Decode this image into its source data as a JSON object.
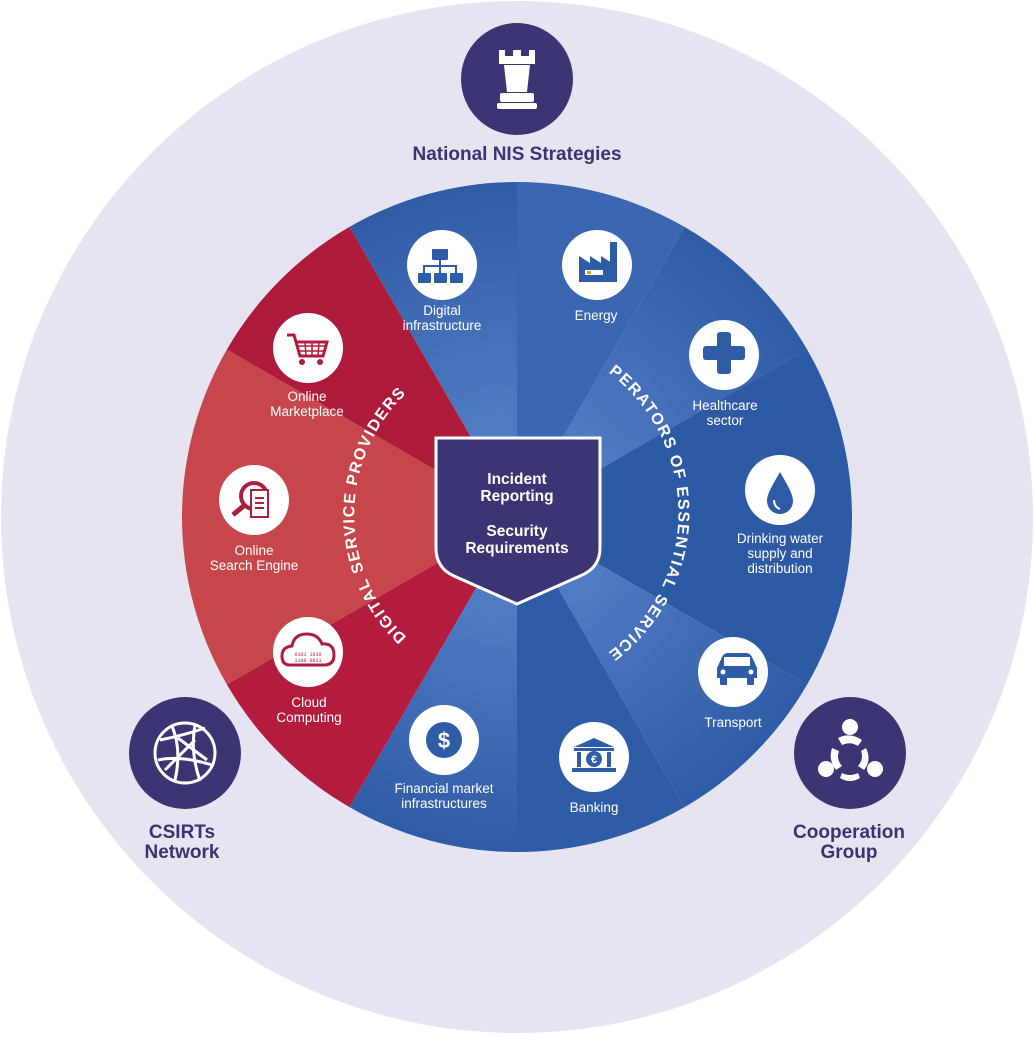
{
  "center": {
    "incident": "Incident\nReporting",
    "security": "Security\nRequirements"
  },
  "outer_nodes": {
    "national": "National NIS Strategies",
    "csirts": "CSIRTs\nNetwork",
    "cooperation": "Cooperation\nGroup"
  },
  "arcs": {
    "dsp": "DIGITAL SERVICE PROVIDERS",
    "oes": "OPERATORS OF ESSENTIAL SERVICES"
  },
  "sectors": [
    {
      "id": "digital-infrastructure",
      "label": "Digital\ninfrastructure",
      "icon": "hierarchy-icon"
    },
    {
      "id": "energy",
      "label": "Energy",
      "icon": "factory-icon"
    },
    {
      "id": "healthcare",
      "label": "Healthcare\nsector",
      "icon": "medical-cross-icon"
    },
    {
      "id": "drinking-water",
      "label": "Drinking water\nsupply and\ndistribution",
      "icon": "water-drop-icon"
    },
    {
      "id": "transport",
      "label": "Transport",
      "icon": "car-icon"
    },
    {
      "id": "banking",
      "label": "Banking",
      "icon": "bank-icon"
    },
    {
      "id": "financial-market",
      "label": "Financial market\ninfrastructures",
      "icon": "dollar-icon"
    },
    {
      "id": "cloud",
      "label": "Cloud\nComputing",
      "icon": "cloud-icon"
    },
    {
      "id": "search-engine",
      "label": "Online\nSearch Engine",
      "icon": "search-document-icon"
    },
    {
      "id": "marketplace",
      "label": "Online\nMarketplace",
      "icon": "shopping-cart-icon"
    }
  ],
  "colors": {
    "outer_ring": "#e6e4f1",
    "node": "#3c3574",
    "blue_light": "#4f7bc3",
    "blue_dark": "#2d5aa5",
    "red_dark": "#ae1a3a",
    "red_light": "#d04a4e",
    "shield": "#3c3574"
  }
}
